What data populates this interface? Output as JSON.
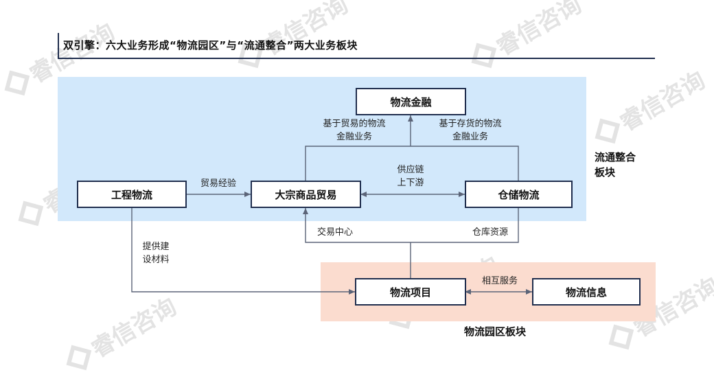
{
  "title": "双引擎：六大业务形成“物流园区”与“流通整合”两大业务板块",
  "zones": {
    "circulation_label": "流通整合板块",
    "park_label": "物流园区板块"
  },
  "nodes": {
    "logistics_finance": "物流金融",
    "engineering_logistics": "工程物流",
    "commodity_trade": "大宗商品贸易",
    "warehouse_logistics": "仓储物流",
    "logistics_project": "物流项目",
    "logistics_info": "物流信息"
  },
  "edges": {
    "trade_finance_l1": "基于贸易的物流",
    "trade_finance_l2": "金融业务",
    "inventory_finance_l1": "基于存货的物流",
    "inventory_finance_l2": "金融业务",
    "trade_experience": "贸易经验",
    "supply_chain_l1": "供应链",
    "supply_chain_l2": "上下游",
    "trading_center": "交易中心",
    "warehouse_resources": "仓库资源",
    "materials_l1": "提供建",
    "materials_l2": "设材料",
    "mutual_service": "相互服务"
  },
  "watermark": {
    "text": "睿信咨询",
    "icon": "logo-diamond-icon"
  },
  "colors": {
    "navy": "#1f2d4d",
    "blue_zone": "#d2e8fb",
    "pink_zone": "#fbdccf",
    "arrow": "#5b6478"
  }
}
